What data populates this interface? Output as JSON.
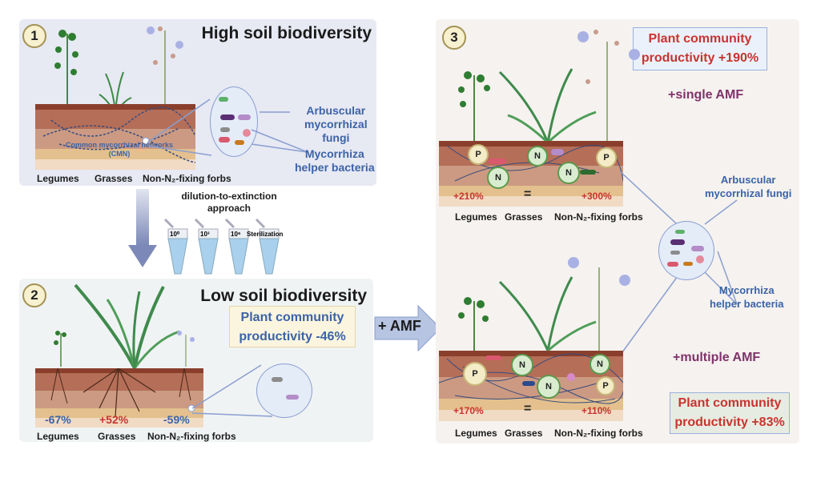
{
  "panel1": {
    "badge": "1",
    "title": "High soil biodiversity",
    "network_label": "Common mycorrhizal networks",
    "network_abbrev": "(CMN)",
    "callout_fungi": [
      "Arbuscular",
      "mycorrhizal",
      "fungi"
    ],
    "callout_bacteria": [
      "Mycorrhiza",
      "helper bacteria"
    ],
    "plant_labels": [
      "Legumes",
      "Grasses",
      "Non-N₂-fixing forbs"
    ]
  },
  "transition": {
    "method_label": [
      "dilution-to-extinction",
      "approach"
    ],
    "tubes": [
      "10⁰",
      "10³",
      "10⁶",
      "Sterilization"
    ],
    "amf_arrow_label": "+ AMF"
  },
  "panel2": {
    "badge": "2",
    "title": "Low soil biodiversity",
    "productivity": [
      "Plant community",
      "productivity -46%"
    ],
    "changes": [
      "-67%",
      "+52%",
      "-59%"
    ],
    "plant_labels": [
      "Legumes",
      "Grasses",
      "Non-N₂-fixing forbs"
    ]
  },
  "panel3": {
    "badge": "3",
    "single": {
      "label": "+single AMF",
      "productivity": [
        "Plant community",
        "productivity +190%"
      ],
      "changes": [
        "+210%",
        "=",
        "+300%"
      ],
      "plant_labels": [
        "Legumes",
        "Grasses",
        "Non-N₂-fixing forbs"
      ],
      "nodules": [
        "P",
        "N",
        "N",
        "N",
        "P"
      ]
    },
    "multiple": {
      "label": "+multiple AMF",
      "productivity": [
        "Plant community",
        "productivity +83%"
      ],
      "changes": [
        "+170%",
        "=",
        "+110%"
      ],
      "plant_labels": [
        "Legumes",
        "Grasses",
        "Non-N₂-fixing forbs"
      ],
      "nodules": [
        "P",
        "N",
        "N",
        "N",
        "P"
      ]
    },
    "callout_fungi": [
      "Arbuscular",
      "mycorrhizal fungi"
    ],
    "callout_bacteria": [
      "Mycorrhiza",
      "helper bacteria"
    ]
  },
  "colors": {
    "increase": "#c8342f",
    "decrease": "#3c63a8",
    "amf": "#80326b",
    "callout": "#3c63a8"
  }
}
